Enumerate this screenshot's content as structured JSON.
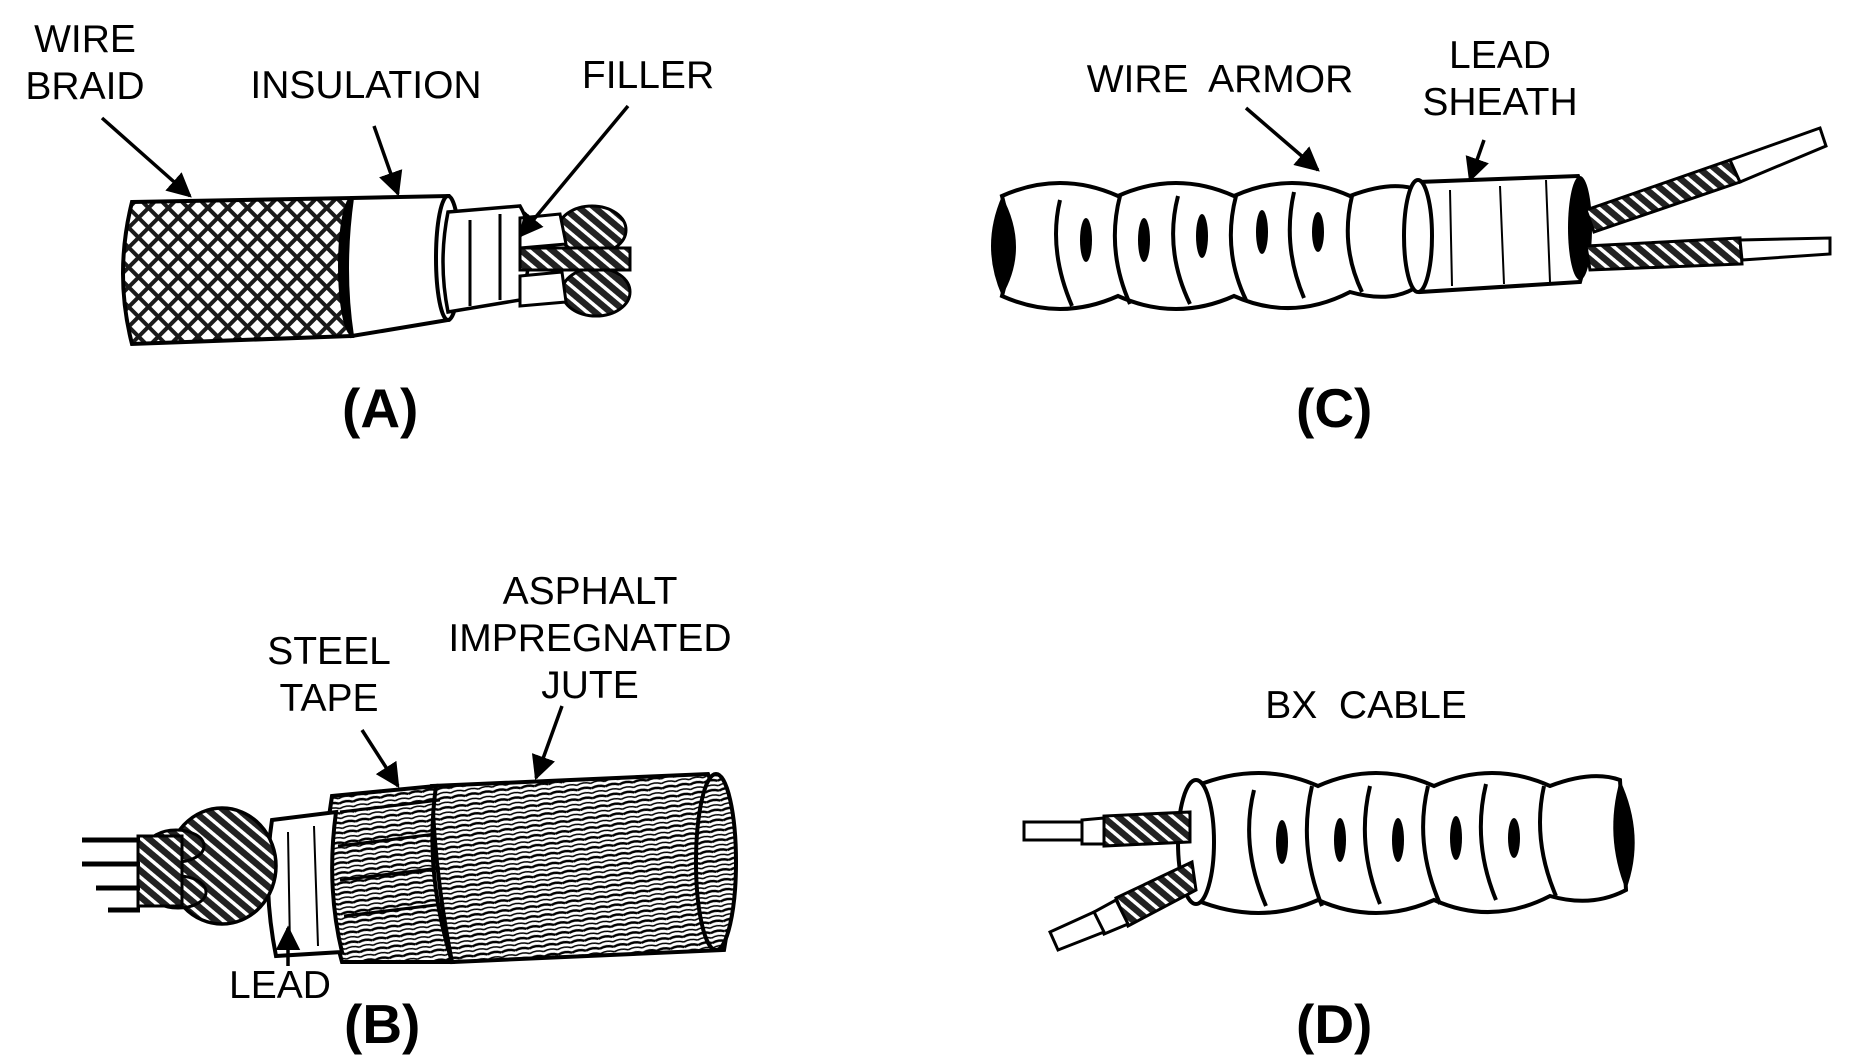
{
  "panels": {
    "a": {
      "caption": "(A)",
      "labels": {
        "wire_braid": [
          "WIRE",
          "BRAID"
        ],
        "insulation": "INSULATION",
        "filler": "FILLER"
      }
    },
    "b": {
      "caption": "(B)",
      "labels": {
        "steel_tape": [
          "STEEL",
          "TAPE"
        ],
        "asphalt_jute": [
          "ASPHALT",
          "IMPREGNATED",
          "JUTE"
        ],
        "lead": "LEAD"
      }
    },
    "c": {
      "caption": "(C)",
      "labels": {
        "wire_armor": "WIRE  ARMOR",
        "lead_sheath": [
          "LEAD",
          "SHEATH"
        ]
      }
    },
    "d": {
      "caption": "(D)",
      "labels": {
        "bx_cable": "BX  CABLE"
      }
    }
  },
  "colors": {
    "ink": "#000000",
    "paper": "#ffffff",
    "shade": "#1a1a1a"
  }
}
